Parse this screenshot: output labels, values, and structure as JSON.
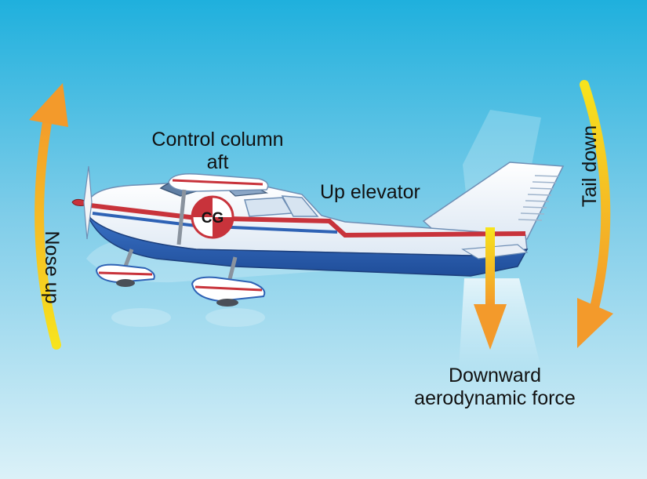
{
  "labels": {
    "control_column": [
      "Control column",
      "aft"
    ],
    "up_elevator": "Up elevator",
    "downward_force": [
      "Downward",
      "aerodynamic force"
    ],
    "nose_up": "Nose up",
    "tail_down": "Tail down",
    "cg": "CG"
  },
  "colors": {
    "sky_top": "#1fb0dd",
    "sky_bottom": "#d9f0f8",
    "fuselage_blue": "#2e62b5",
    "stripe_red": "#c8333b",
    "arrow_yellow": "#f7e31d",
    "arrow_orange": "#f39a2b"
  },
  "icons": [
    "cg-symbol-icon",
    "nose-up-arrow-icon",
    "tail-down-arrow-icon",
    "downward-force-arrow-icon",
    "airplane-icon"
  ]
}
